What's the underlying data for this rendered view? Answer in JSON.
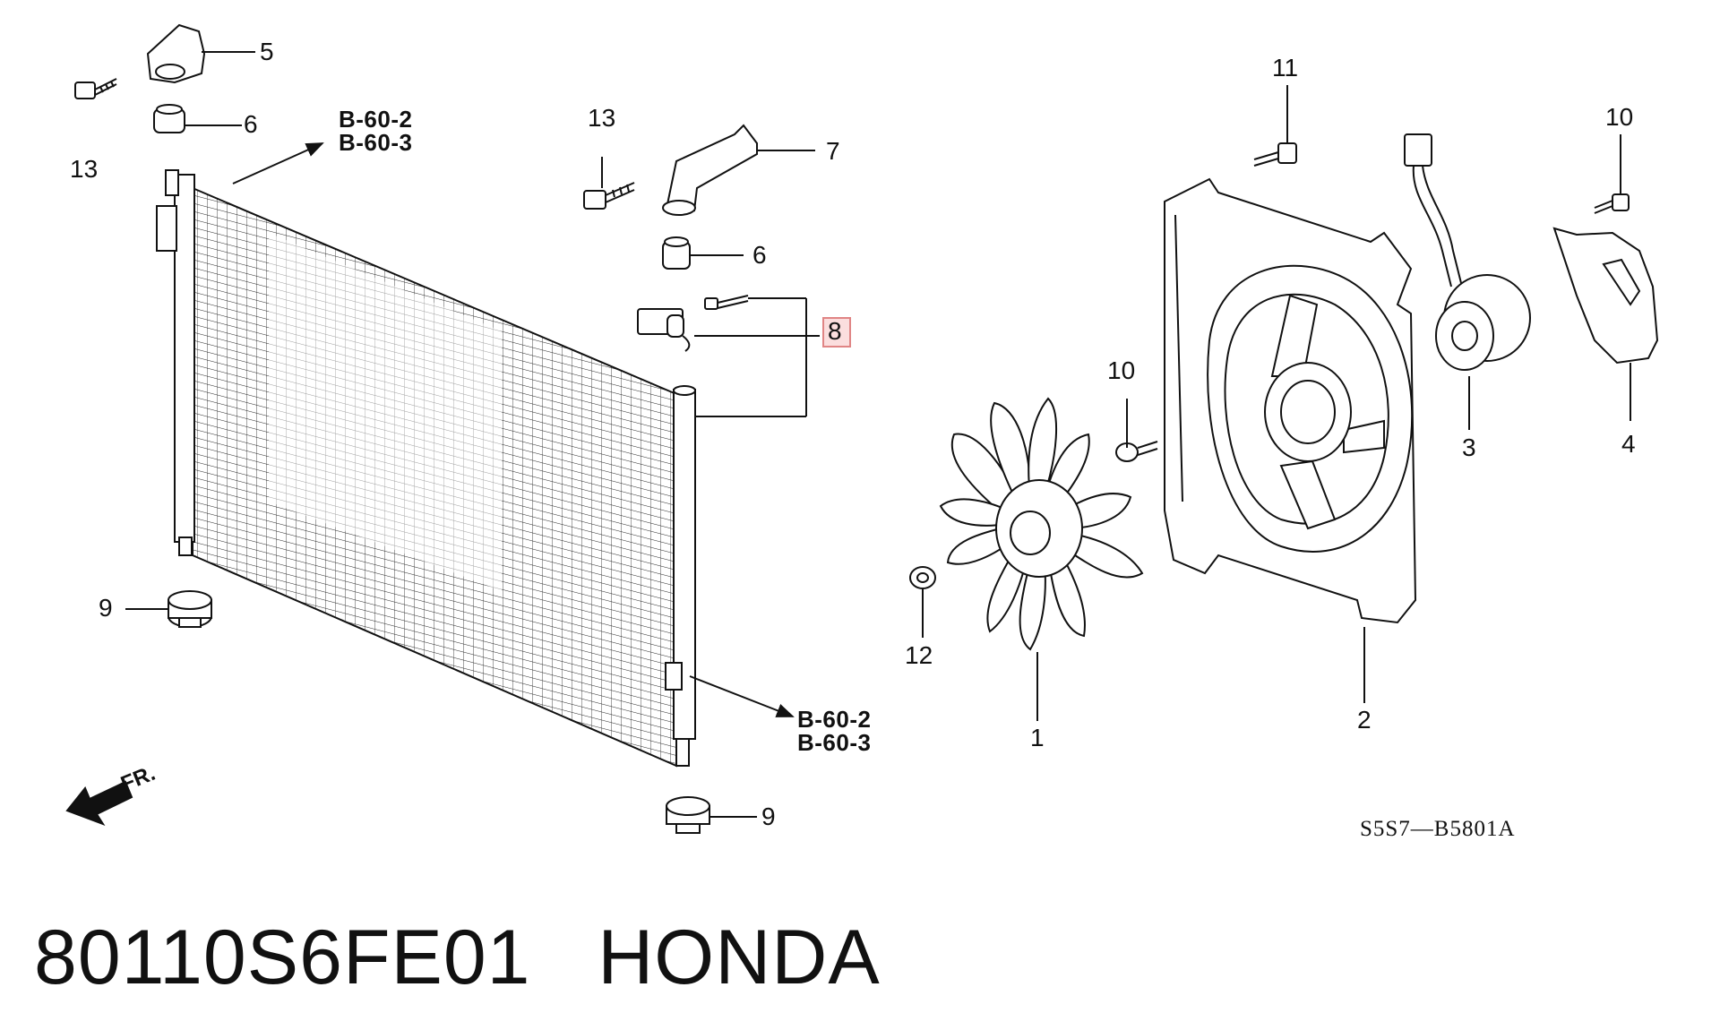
{
  "callouts": {
    "c1": "1",
    "c2": "2",
    "c3": "3",
    "c4": "4",
    "c5": "5",
    "c6a": "6",
    "c6b": "6",
    "c7": "7",
    "c8": "8",
    "c9a": "9",
    "c9b": "9",
    "c10a": "10",
    "c10b": "10",
    "c11": "11",
    "c12": "12",
    "c13a": "13",
    "c13b": "13"
  },
  "highlighted_callout": "8",
  "references": {
    "top": [
      "B-60-2",
      "B-60-3"
    ],
    "bottom": [
      "B-60-2",
      "B-60-3"
    ]
  },
  "direction_label": "FR.",
  "diagram_code": "S5S7—B5801A",
  "caption": {
    "part_number": "80110S6FE01",
    "brand": "HONDA"
  },
  "colors": {
    "ink": "#111111",
    "highlight_border": "#e08585",
    "highlight_fill": "#fbdede"
  }
}
